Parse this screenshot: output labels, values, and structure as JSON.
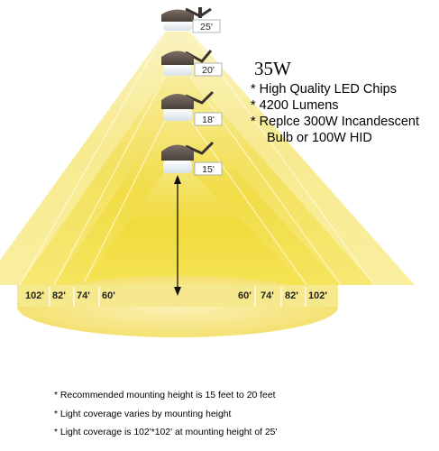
{
  "fixtures": [
    {
      "height_label": "25'"
    },
    {
      "height_label": "20'"
    },
    {
      "height_label": "18'"
    },
    {
      "height_label": "15'"
    }
  ],
  "distance_labels": {
    "left": [
      "102'",
      "82'",
      "74'",
      "60'"
    ],
    "right": [
      "60'",
      "74'",
      "82'",
      "102'"
    ]
  },
  "specs": {
    "wattage": "35W",
    "bullet1": "* High Quality LED Chips",
    "bullet2": "* 4200 Lumens",
    "bullet3_line1": "* Replce 300W Incandescent",
    "bullet3_line2": "Bulb or 100W HID"
  },
  "notes": [
    "* Recommended mounting height is 15 feet to 20 feet",
    "* Light coverage varies by mounting height",
    "* Light coverage is 102'*102' at mounting height of 25'"
  ],
  "colors": {
    "beam_yellow": "#f3df4a",
    "beam_light": "#fbf2b8",
    "fixture_body": "#5b5048",
    "lens": "#eef3f6",
    "arrow": "#111111"
  }
}
